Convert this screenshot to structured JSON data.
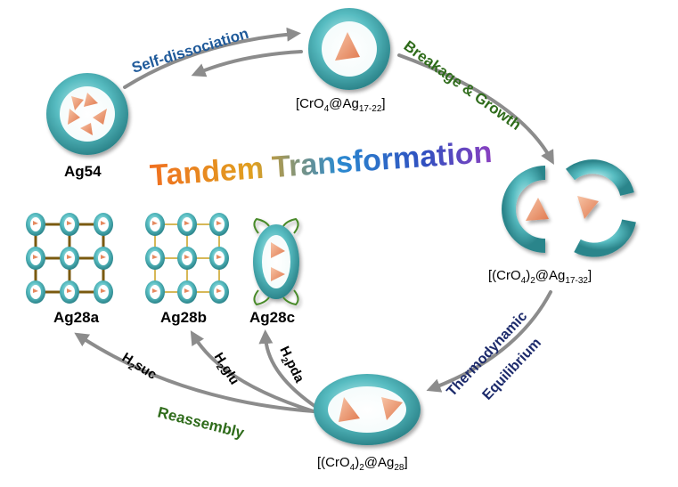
{
  "title": "Tandem Transformation",
  "nodes": {
    "ag54": "Ag54",
    "cro4_ag17_22": {
      "pre": "[CrO",
      "s1": "4",
      "mid": "@Ag",
      "s2": "17-22",
      "post": "]"
    },
    "cro4_2_ag17_32": {
      "pre": "[(CrO",
      "s1": "4",
      "mid": ")",
      "s2": "2",
      "mid2": "@Ag",
      "s3": "17-32",
      "post": "]"
    },
    "cro4_2_ag28": {
      "pre": "[(CrO",
      "s1": "4",
      "mid": ")",
      "s2": "2",
      "mid2": "@Ag",
      "s3": "28",
      "post": "]"
    },
    "ag28a": "Ag28a",
    "ag28b": "Ag28b",
    "ag28c": "Ag28c"
  },
  "arrows": {
    "self_dissociation": "Self-dissociation",
    "breakage_growth": "Breakage & Growth",
    "thermodynamic_1": "Thermodynamic",
    "thermodynamic_2": "Equilibrium",
    "reassembly": "Reassembly",
    "h2suc": {
      "h": "H",
      "s": "2",
      "t": "suc"
    },
    "h2glu": {
      "h": "H",
      "s": "2",
      "t": "glu"
    },
    "h2pda": {
      "h": "H",
      "s": "2",
      "t": "pda"
    }
  },
  "colors": {
    "ring": "#4fb3b8",
    "ring_dark": "#2f8c92",
    "triangle": "#f0a07a",
    "arrow": "#8c8c8c",
    "blue_label": "#1f5a9a",
    "green_label": "#2e6b1a",
    "navy_label": "#1c2a6b",
    "link_gold": "#c8a020",
    "link_green": "#4a8a2a"
  }
}
